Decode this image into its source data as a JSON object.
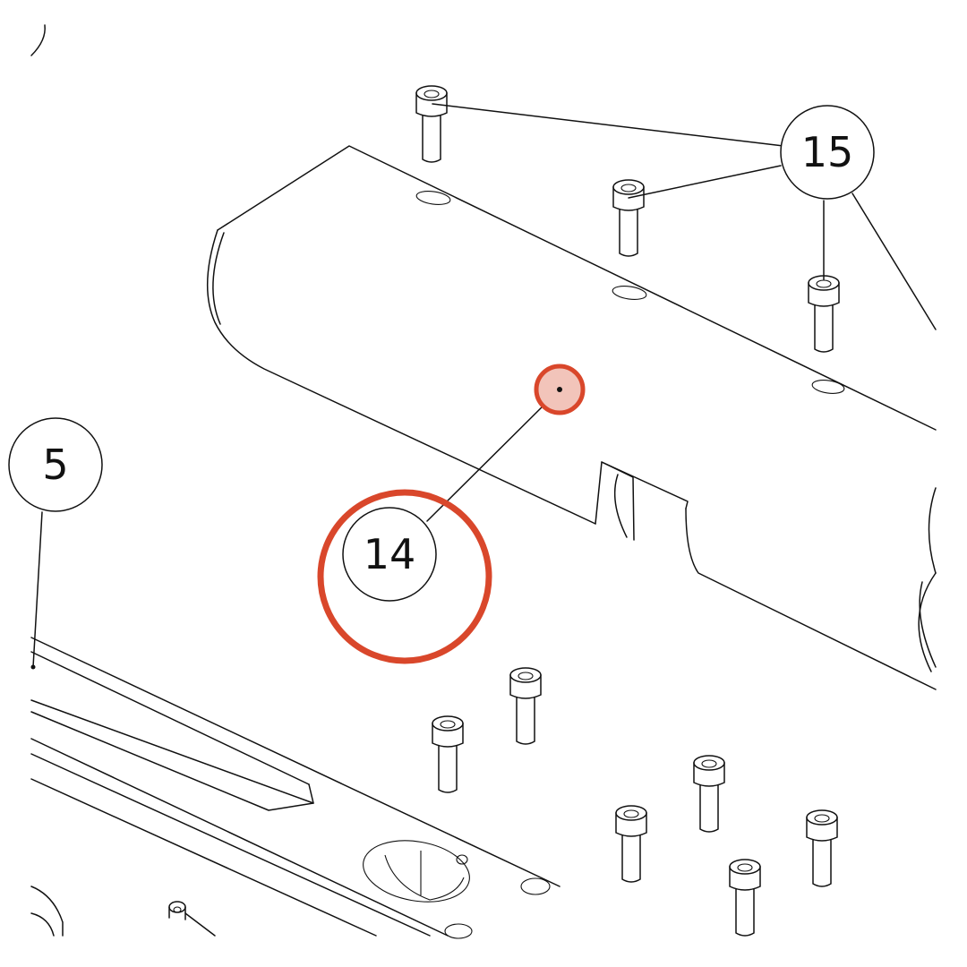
{
  "callouts": [
    {
      "id": "15",
      "label": "15"
    },
    {
      "id": "5",
      "label": "5"
    },
    {
      "id": "14",
      "label": "14"
    }
  ],
  "highlight": {
    "target_label": "14",
    "ring_color": "#D9472B",
    "dot_fill": "#F2C4BA",
    "dot_stroke": "#D9472B"
  },
  "icons": {
    "fastener": "socket-head-cap-screw-icon"
  },
  "colors": {
    "line": "#111111",
    "background": "#ffffff"
  }
}
